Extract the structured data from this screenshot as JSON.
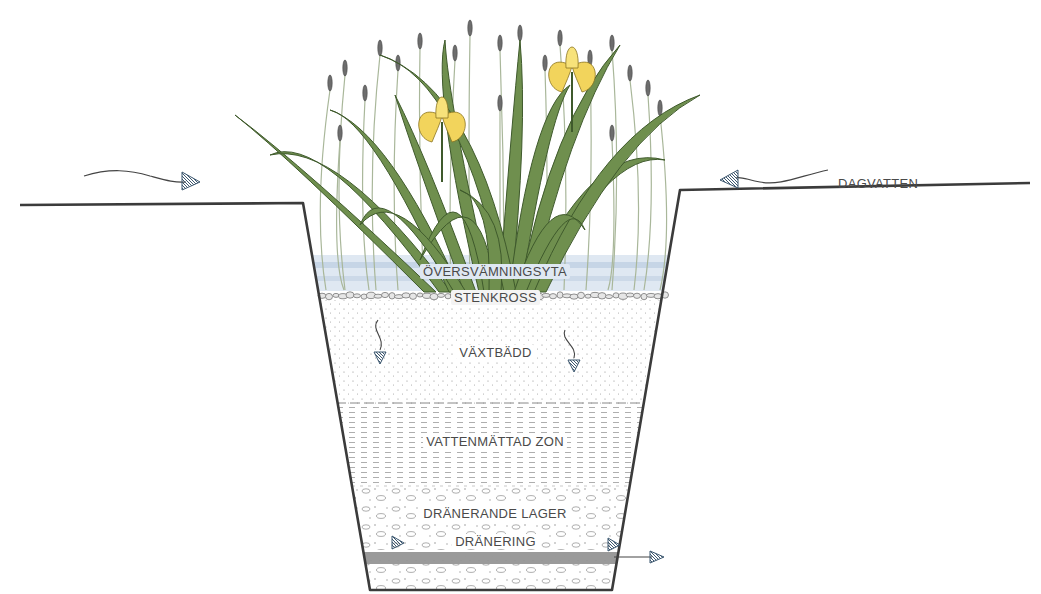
{
  "diagram": {
    "nodes": [
      {
        "text": [
          "ÖVERSVÄMNINGSYTA"
        ]
      },
      {
        "text": [
          "STENKROSS"
        ]
      },
      {
        "text": [
          "VÄXTBÄDD"
        ]
      },
      {
        "text": [
          "VATTENMÄTTAD ZON"
        ]
      },
      {
        "text": [
          "DRÄNERANDE LAGER"
        ]
      },
      {
        "text": [
          "DRÄNERING"
        ]
      }
    ],
    "labels": [
      "DAGVATTEN"
    ]
  }
}
